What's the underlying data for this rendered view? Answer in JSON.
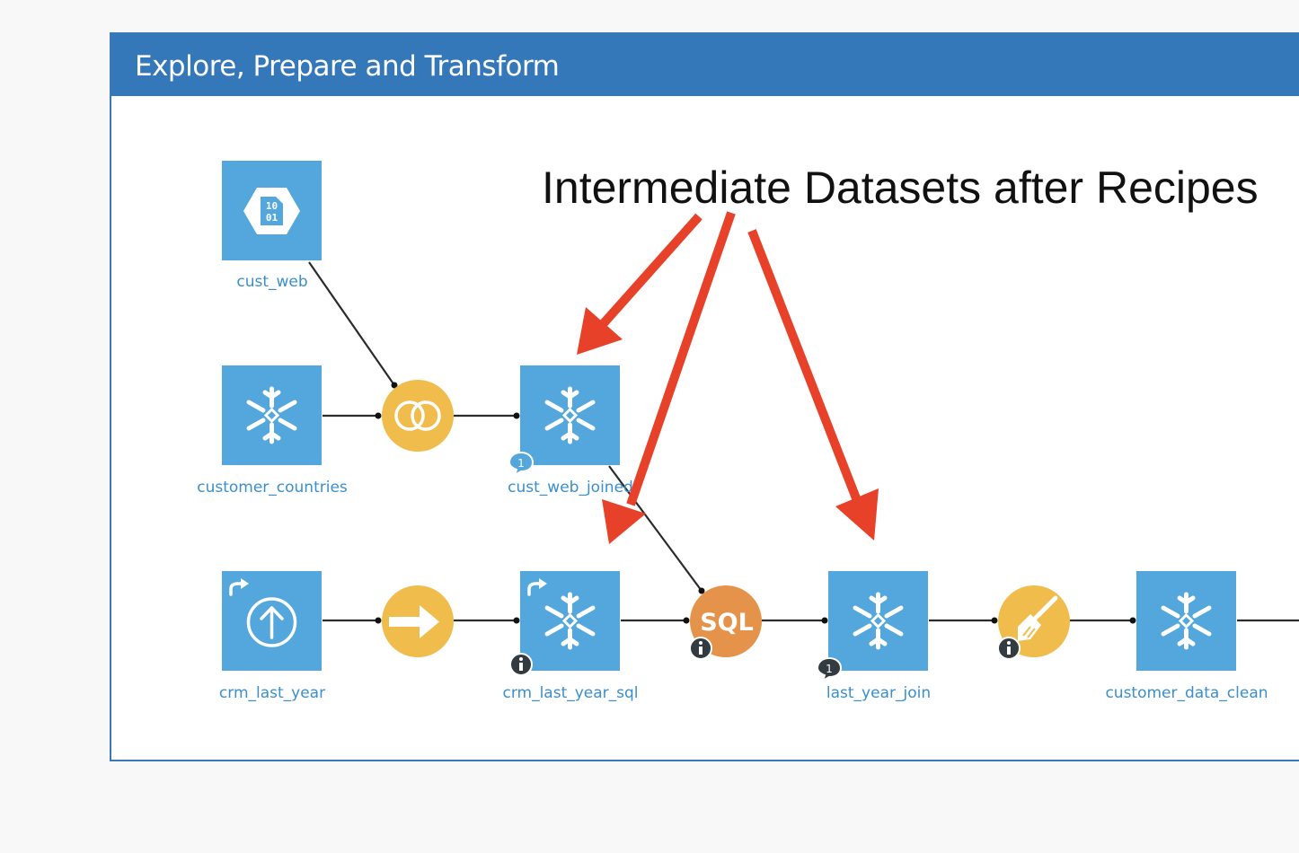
{
  "zone": {
    "title": "Explore, Prepare and Transform"
  },
  "annotation": "Intermediate Datasets after Recipes",
  "datasets": {
    "cust_web": "cust_web",
    "customer_countries": "customer_countries",
    "cust_web_joined": "cust_web_joined",
    "crm_last_year": "crm_last_year",
    "crm_last_year_sql": "crm_last_year_sql",
    "last_year_join": "last_year_join",
    "customer_data_clean": "customer_data_clean"
  },
  "recipes": {
    "join": "join-recipe",
    "sync": "sync-recipe",
    "sql": "SQL",
    "prepare": "prepare-recipe"
  },
  "badges": {
    "cust_web_joined_comments": "1",
    "last_year_join_comments": "1"
  },
  "colors": {
    "header": "#3578ba",
    "dataset": "#53a7dc",
    "recipe_visual": "#f0bc4c",
    "recipe_code": "#e5924a",
    "arrow": "#e8412a",
    "label": "#3a8fcc"
  },
  "icons": {
    "cust_web": "binary-file-icon",
    "snowflake": "snowflake-icon",
    "crm_last_year": "upload-icon",
    "shared": "shared-arrow-icon"
  }
}
